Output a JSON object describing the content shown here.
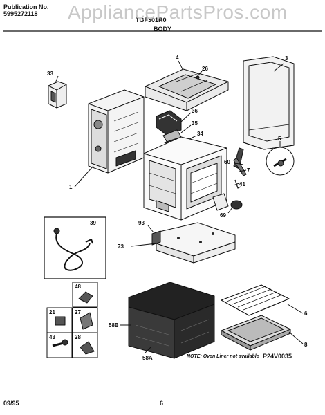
{
  "header": {
    "publication_label": "Publication No.",
    "publication_number": "5995272118",
    "model_partial": "TGF301R0",
    "section_title": "BODY"
  },
  "watermark": "AppliancePartsPros.com",
  "part_labels": {
    "p4": "4",
    "p26": "26",
    "p3": "3",
    "p33": "33",
    "p36": "36",
    "p35": "35",
    "p34": "34",
    "p5": "5",
    "p60": "60",
    "p7": "7",
    "p41": "41",
    "p1": "1",
    "p69": "69",
    "p93": "93",
    "p73": "73",
    "p39": "39",
    "p48": "48",
    "p21": "21",
    "p27": "27",
    "p43": "43",
    "p28": "28",
    "p58B": "58B",
    "p58A": "58A",
    "p6a": "6",
    "p8": "8"
  },
  "note": "NOTE: Oven Liner not available",
  "diagram_code": "P24V0035",
  "footer": {
    "date": "09/95",
    "page": "6"
  }
}
